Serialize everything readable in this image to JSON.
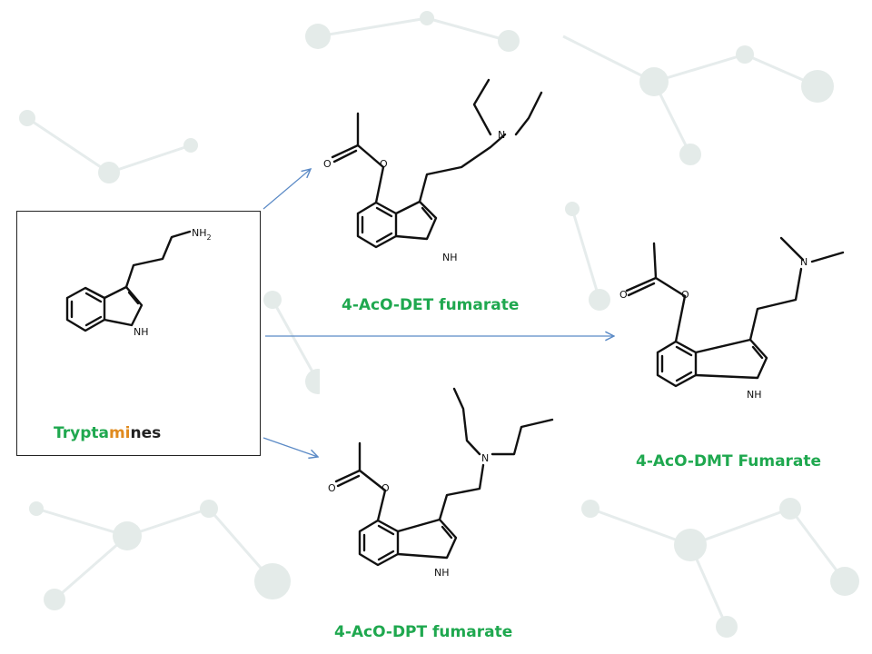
{
  "diagram": {
    "source_compound": {
      "label_a": "Trypta",
      "label_b": "mi",
      "label_c": "nes",
      "atom_nh2": "NH",
      "atom_nh2_sub": "2",
      "atom_nh": "NH"
    },
    "products": [
      {
        "id": "det",
        "label": "4-AcO-DET fumarate",
        "atom_o1": "O",
        "atom_o2": "O",
        "atom_n": "N",
        "atom_nh": "NH"
      },
      {
        "id": "dmt",
        "label": "4-AcO-DMT Fumarate",
        "atom_o1": "O",
        "atom_o2": "O",
        "atom_n": "N",
        "atom_nh": "NH"
      },
      {
        "id": "dpt",
        "label": "4-AcO-DPT fumarate",
        "atom_o1": "O",
        "atom_o2": "O",
        "atom_n": "N",
        "atom_nh": "NH"
      }
    ],
    "colors": {
      "label_green": "#1fa84f",
      "arrow_blue": "#5b8ac6",
      "bonds": "#111111"
    }
  }
}
